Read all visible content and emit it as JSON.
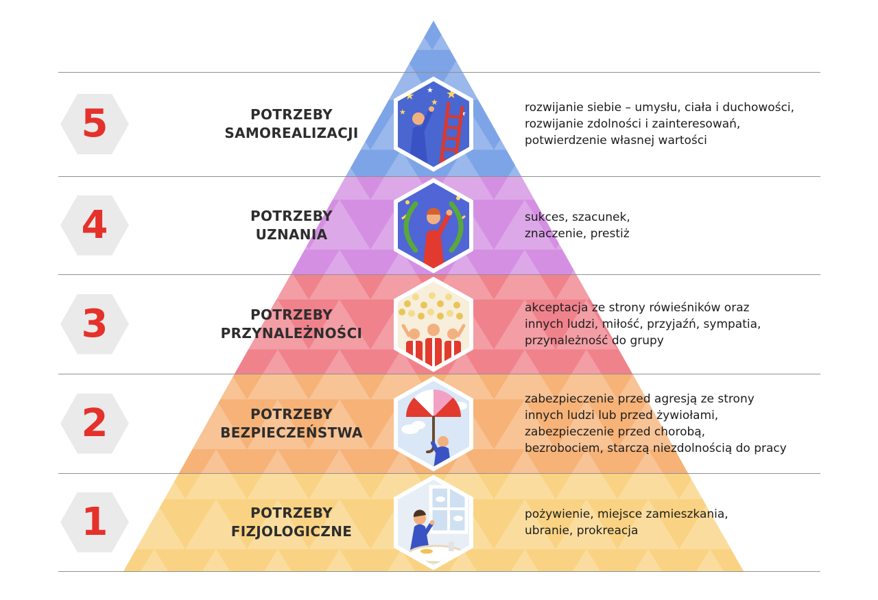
{
  "palette": {
    "background": "#ffffff",
    "divider_line": "#8f8f8f",
    "number_red": "#e5312b",
    "badge_gray": "#eaeaea",
    "title_color": "#2d2d2d",
    "description_color": "#1c1c1c"
  },
  "levels": [
    {
      "number": "5",
      "title": "POTRZEBY\nSAMOREALIZACJI",
      "description": "rozwijanie siebie – umysłu, ciała i duchowości,\nrozwijanie zdolności i zainteresowań,\npotwierdzenie własnej wartości",
      "icon": "self-actualization-icon",
      "band_color": "#7da4e6",
      "icon_bg": "#4a66d0"
    },
    {
      "number": "4",
      "title": "POTRZEBY\nUZNANIA",
      "description": "sukces, szacunek,\nznaczenie, prestiż",
      "icon": "recognition-icon",
      "band_color": "#d48fe2",
      "icon_bg": "#5065d6"
    },
    {
      "number": "3",
      "title": "POTRZEBY\nPRZYNALEŻNOŚCI",
      "description": "akceptacja ze strony rówieśników oraz\ninnych ludzi, miłość, przyjaźń, sympatia,\nprzynależność do grupy",
      "icon": "belonging-icon",
      "band_color": "#f0828c",
      "icon_bg": "#f7eedb"
    },
    {
      "number": "2",
      "title": "POTRZEBY\nBEZPIECZEŃSTWA",
      "description": "zabezpieczenie przed agresją ze strony\ninnych ludzi lub przed żywiołami,\nzabezpieczenie przed chorobą,\nbezrobociem, starczą niezdolnością do pracy",
      "icon": "safety-icon",
      "band_color": "#f6b277",
      "icon_bg": "#d9e7f6"
    },
    {
      "number": "1",
      "title": "POTRZEBY\nFIZJOLOGICZNE",
      "description": "pożywienie, miejsce zamieszkania,\nubranie, prokreacja",
      "icon": "physiological-icon",
      "band_color": "#f9d383",
      "icon_bg": "#e8eef5"
    }
  ]
}
